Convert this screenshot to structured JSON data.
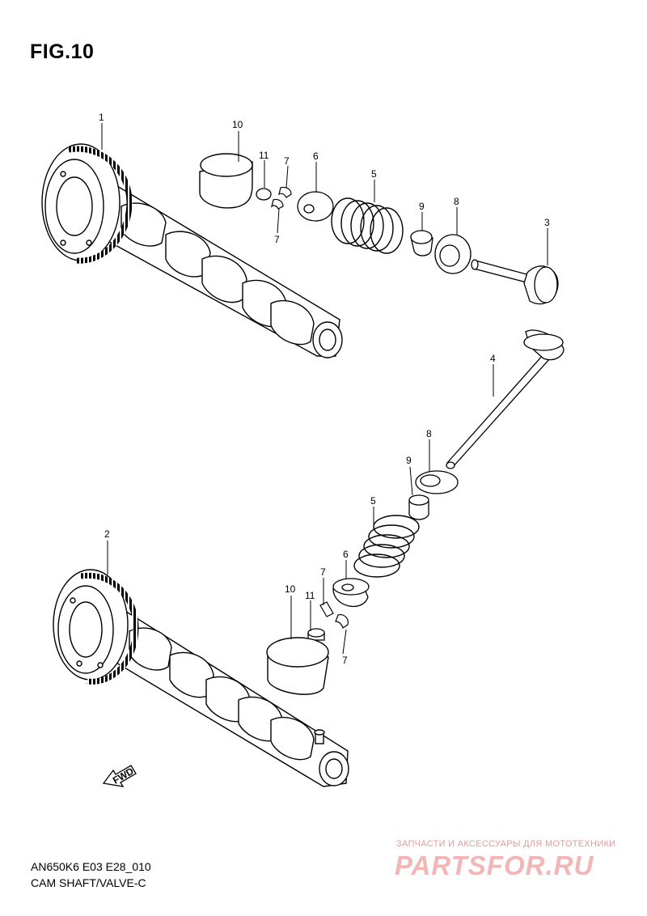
{
  "figure": {
    "title": "FIG.10"
  },
  "footer": {
    "model_code": "AN650K6 E03 E28_010",
    "section_name": "CAM SHAFT/VALVE-C"
  },
  "arrow": {
    "label": "FWD"
  },
  "watermark": {
    "tagline": "ЗАПЧАСТИ И АКСЕССУАРЫ ДЛЯ МОТОТЕХНИКИ",
    "logo": "PARTSFOR.RU"
  },
  "parts_upper": {
    "camshaft": "1",
    "tappet": "10",
    "shim": "11",
    "cotter_top": "7",
    "cotter_bottom": "7",
    "retainer": "6",
    "spring": "5",
    "seal": "9",
    "seat": "8",
    "valve": "3"
  },
  "parts_lower": {
    "camshaft": "2",
    "valve": "4",
    "seat": "8",
    "seal": "9",
    "spring": "5",
    "retainer": "6",
    "cotter_top": "7",
    "cotter_bottom": "7",
    "shim": "11",
    "tappet": "10"
  }
}
